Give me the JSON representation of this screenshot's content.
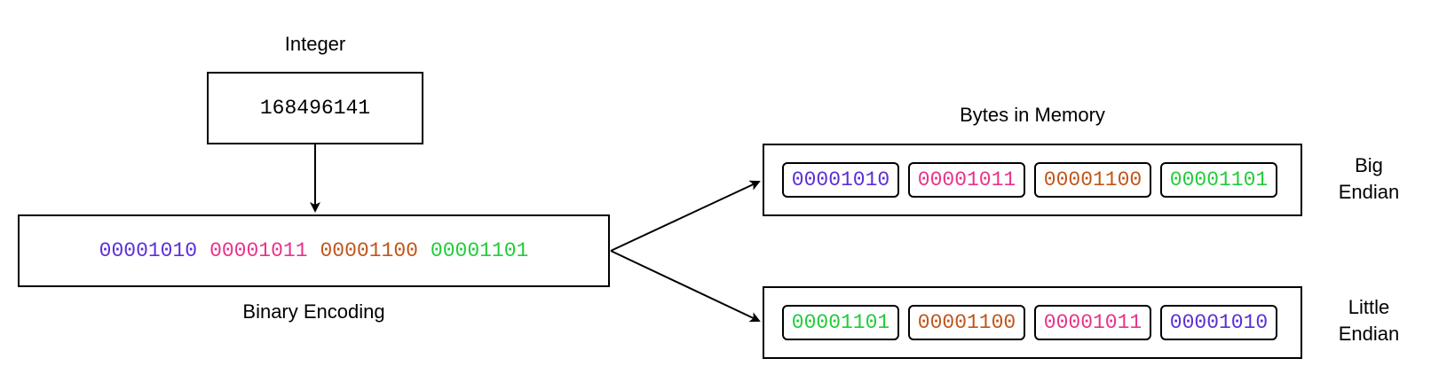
{
  "labels": {
    "integer_title": "Integer",
    "binary_caption": "Binary Encoding",
    "memory_title": "Bytes in Memory",
    "big_endian_line1": "Big",
    "big_endian_line2": "Endian",
    "little_endian_line1": "Little",
    "little_endian_line2": "Endian"
  },
  "integer_value": "168496141",
  "binary_bytes": [
    {
      "bits": "00001010",
      "color": "#5b2fd6"
    },
    {
      "bits": "00001011",
      "color": "#e8338a"
    },
    {
      "bits": "00001100",
      "color": "#c0561a"
    },
    {
      "bits": "00001101",
      "color": "#22cc3a"
    }
  ],
  "big_endian": [
    {
      "bits": "00001010",
      "color": "#5b2fd6"
    },
    {
      "bits": "00001011",
      "color": "#e8338a"
    },
    {
      "bits": "00001100",
      "color": "#c0561a"
    },
    {
      "bits": "00001101",
      "color": "#22cc3a"
    }
  ],
  "little_endian": [
    {
      "bits": "00001101",
      "color": "#22cc3a"
    },
    {
      "bits": "00001100",
      "color": "#c0561a"
    },
    {
      "bits": "00001011",
      "color": "#e8338a"
    },
    {
      "bits": "00001010",
      "color": "#5b2fd6"
    }
  ]
}
